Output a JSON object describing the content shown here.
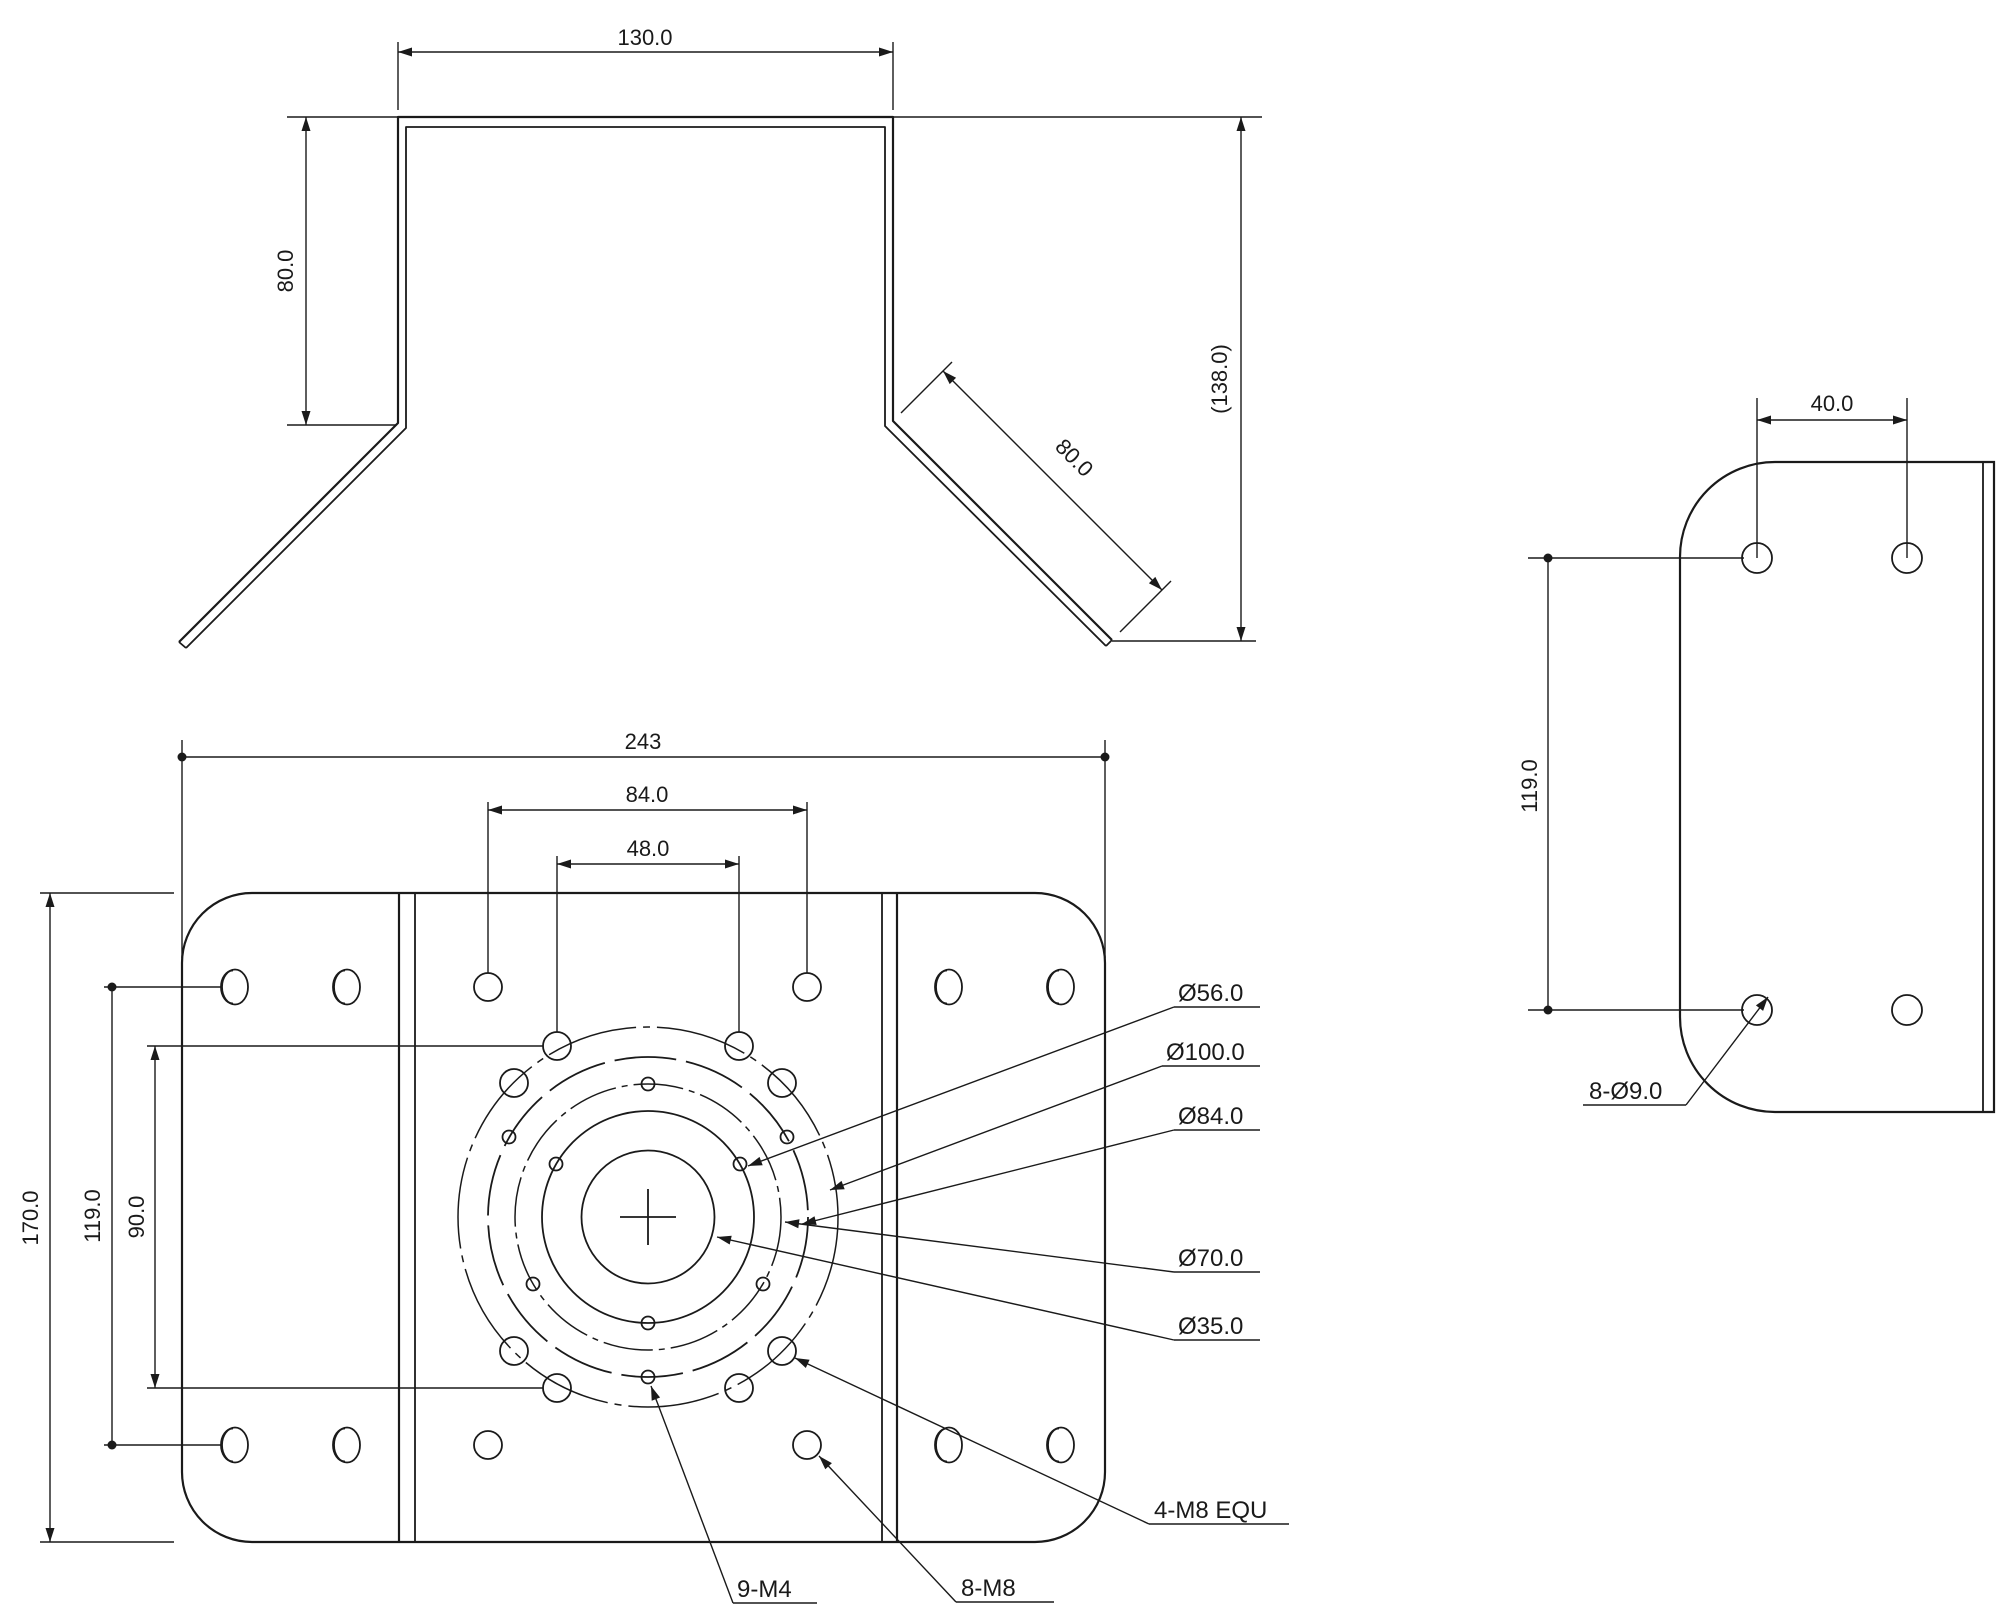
{
  "drawing": {
    "background": "#ffffff",
    "line_color": "#1a1a1a",
    "views": {
      "profile": {
        "dim_top_width": "130.0",
        "dim_leg_height": "80.0",
        "dim_wing_length": "80.0",
        "dim_overall_height": "(138.0)"
      },
      "front": {
        "dim_overall_width": "243",
        "dim_hole_span_outer": "84.0",
        "dim_hole_span_inner": "48.0",
        "dim_overall_height": "170.0",
        "dim_row_spacing": "119.0",
        "dim_pattern_spacing": "90.0",
        "callout_d56": "Ø56.0",
        "callout_d100": "Ø100.0",
        "callout_d84": "Ø84.0",
        "callout_d70": "Ø70.0",
        "callout_d35": "Ø35.0",
        "callout_m4": "9-M4",
        "callout_m8": "8-M8",
        "callout_m8_equ": "4-M8 EQU"
      },
      "side": {
        "dim_hole_spacing": "40.0",
        "dim_row_spacing": "119.0",
        "callout_d9": "8-Ø9.0"
      }
    }
  }
}
